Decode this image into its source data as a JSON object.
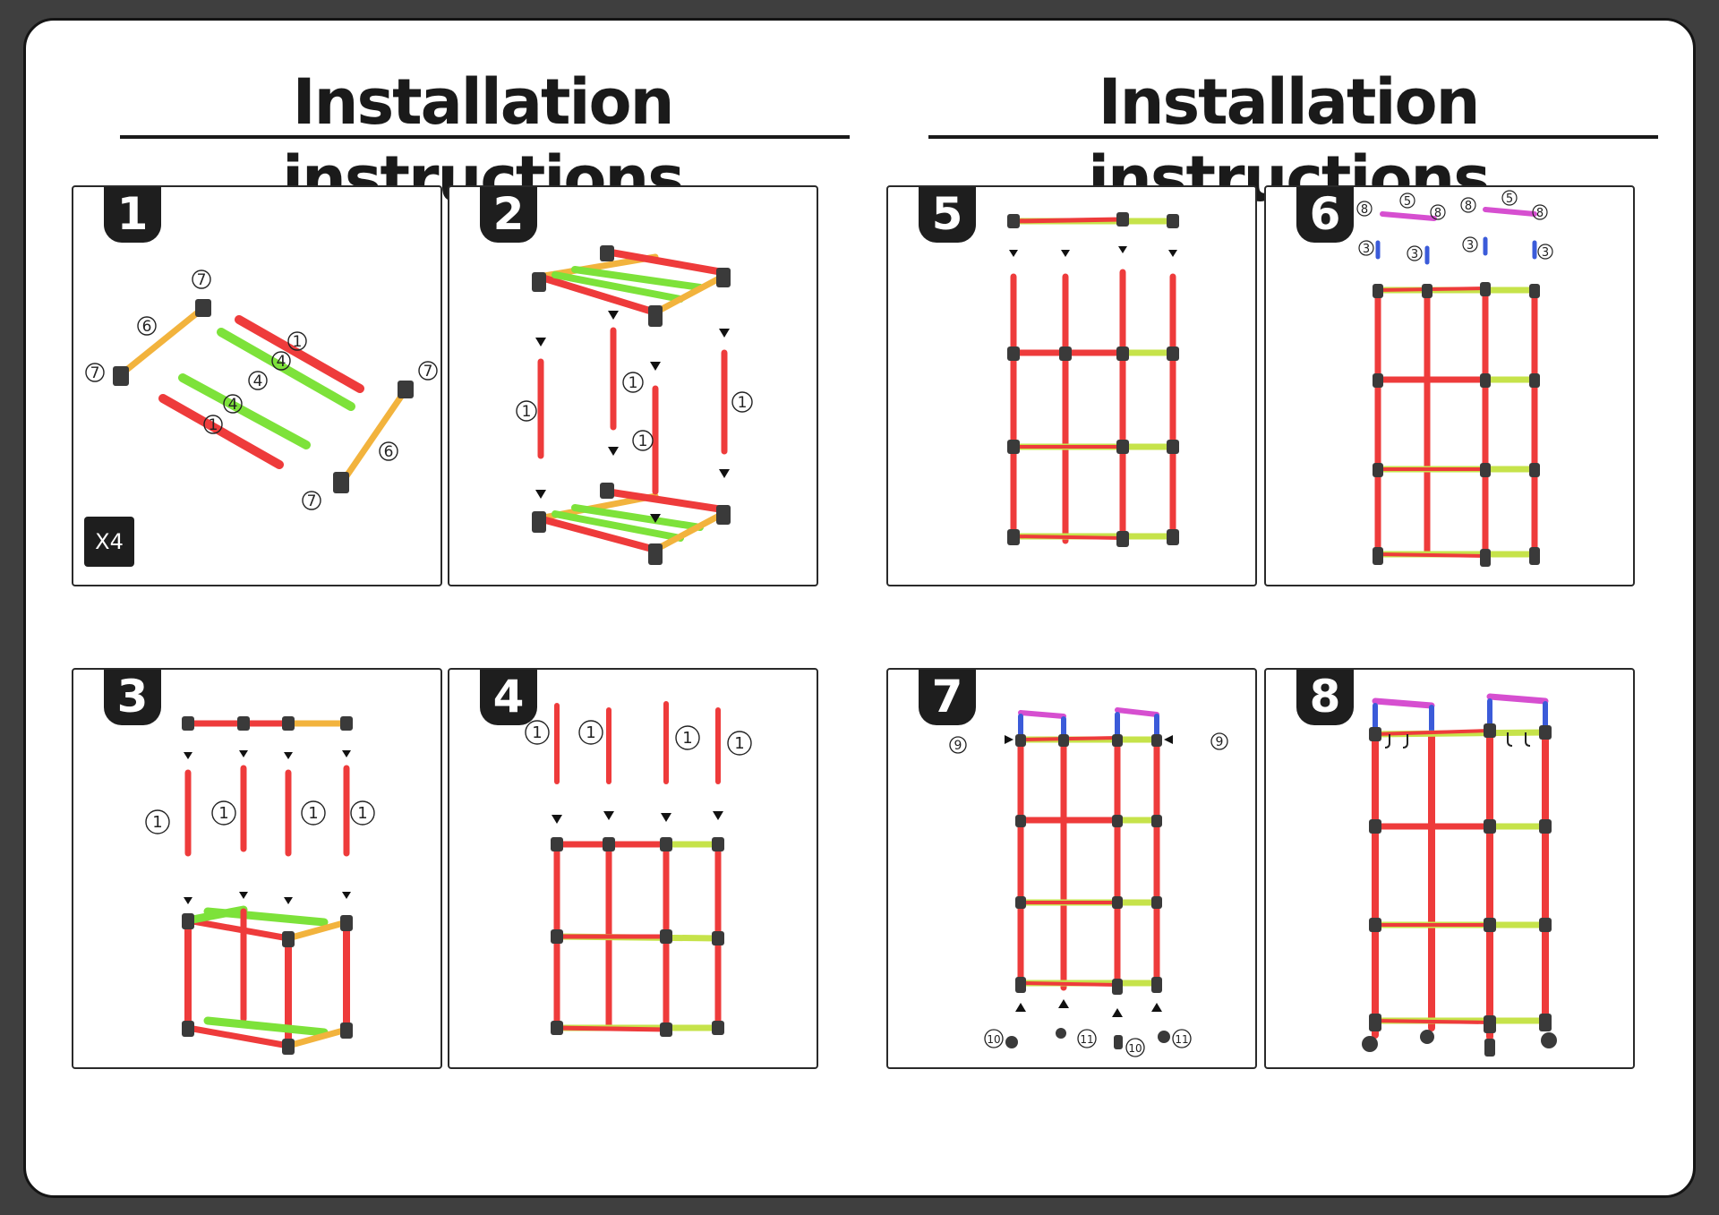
{
  "headings": {
    "left": "Installation instructions",
    "right": "Installation instructions"
  },
  "panels": [
    {
      "step": "1",
      "quantity_badge": "X4"
    },
    {
      "step": "2"
    },
    {
      "step": "3"
    },
    {
      "step": "4"
    },
    {
      "step": "5"
    },
    {
      "step": "6"
    },
    {
      "step": "7"
    },
    {
      "step": "8"
    }
  ],
  "part_numbers": [
    "1",
    "3",
    "4",
    "5",
    "6",
    "7",
    "8",
    "9",
    "10",
    "11"
  ],
  "colors": {
    "long_tube": "#ee3b3b",
    "short_tube_green": "#7de23a",
    "short_tube_yellow": "#f2b33d",
    "lime_tube": "#c6e34a",
    "blue_tube": "#3b5bd9",
    "handle": "#d64fd0",
    "connector": "#3a3a3a"
  }
}
